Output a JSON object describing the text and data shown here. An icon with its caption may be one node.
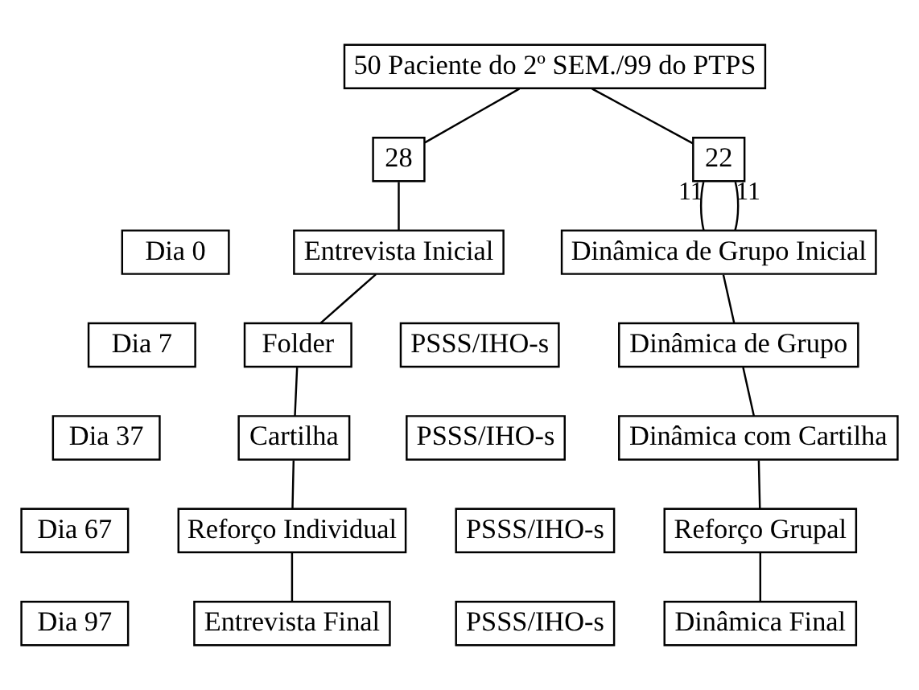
{
  "diagram": {
    "nodes": [
      {
        "text": [
          "50 Paciente do 2º SEM./99 do PTPS"
        ]
      },
      {
        "text": [
          "28"
        ]
      },
      {
        "text": [
          "22"
        ]
      },
      {
        "text": [
          "Dia 0"
        ]
      },
      {
        "text": [
          "Entrevista Inicial"
        ]
      },
      {
        "text": [
          "Dinâmica de Grupo Inicial"
        ]
      },
      {
        "text": [
          "Dia 7"
        ]
      },
      {
        "text": [
          "Folder"
        ]
      },
      {
        "text": [
          "PSSS/IHO-s"
        ]
      },
      {
        "text": [
          "Dinâmica de Grupo"
        ]
      },
      {
        "text": [
          "Dia 37"
        ]
      },
      {
        "text": [
          "Cartilha"
        ]
      },
      {
        "text": [
          "PSSS/IHO-s"
        ]
      },
      {
        "text": [
          "Dinâmica com Cartilha"
        ]
      },
      {
        "text": [
          "Dia 67"
        ]
      },
      {
        "text": [
          "Reforço Individual"
        ]
      },
      {
        "text": [
          "PSSS/IHO-s"
        ]
      },
      {
        "text": [
          "Reforço Grupal"
        ]
      },
      {
        "text": [
          "Dia 97"
        ]
      },
      {
        "text": [
          "Entrevista Final"
        ]
      },
      {
        "text": [
          "PSSS/IHO-s"
        ]
      },
      {
        "text": [
          "Dinâmica Final"
        ]
      }
    ],
    "edges": [
      {
        "from": 0,
        "to": 1,
        "arrow": "none"
      },
      {
        "from": 0,
        "to": 2,
        "arrow": "none"
      },
      {
        "from": 1,
        "to": 4,
        "arrow": "none"
      },
      {
        "from": 2,
        "to": 5,
        "arrow": "none",
        "label": "11"
      },
      {
        "from": 2,
        "to": 5,
        "arrow": "none",
        "label": "11"
      },
      {
        "from": 4,
        "to": 7,
        "arrow": "none"
      },
      {
        "from": 7,
        "to": 11,
        "arrow": "none"
      },
      {
        "from": 11,
        "to": 15,
        "arrow": "none"
      },
      {
        "from": 15,
        "to": 19,
        "arrow": "none"
      },
      {
        "from": 5,
        "to": 9,
        "arrow": "none"
      },
      {
        "from": 9,
        "to": 13,
        "arrow": "none"
      },
      {
        "from": 13,
        "to": 17,
        "arrow": "none"
      },
      {
        "from": 17,
        "to": 21,
        "arrow": "none"
      }
    ]
  }
}
